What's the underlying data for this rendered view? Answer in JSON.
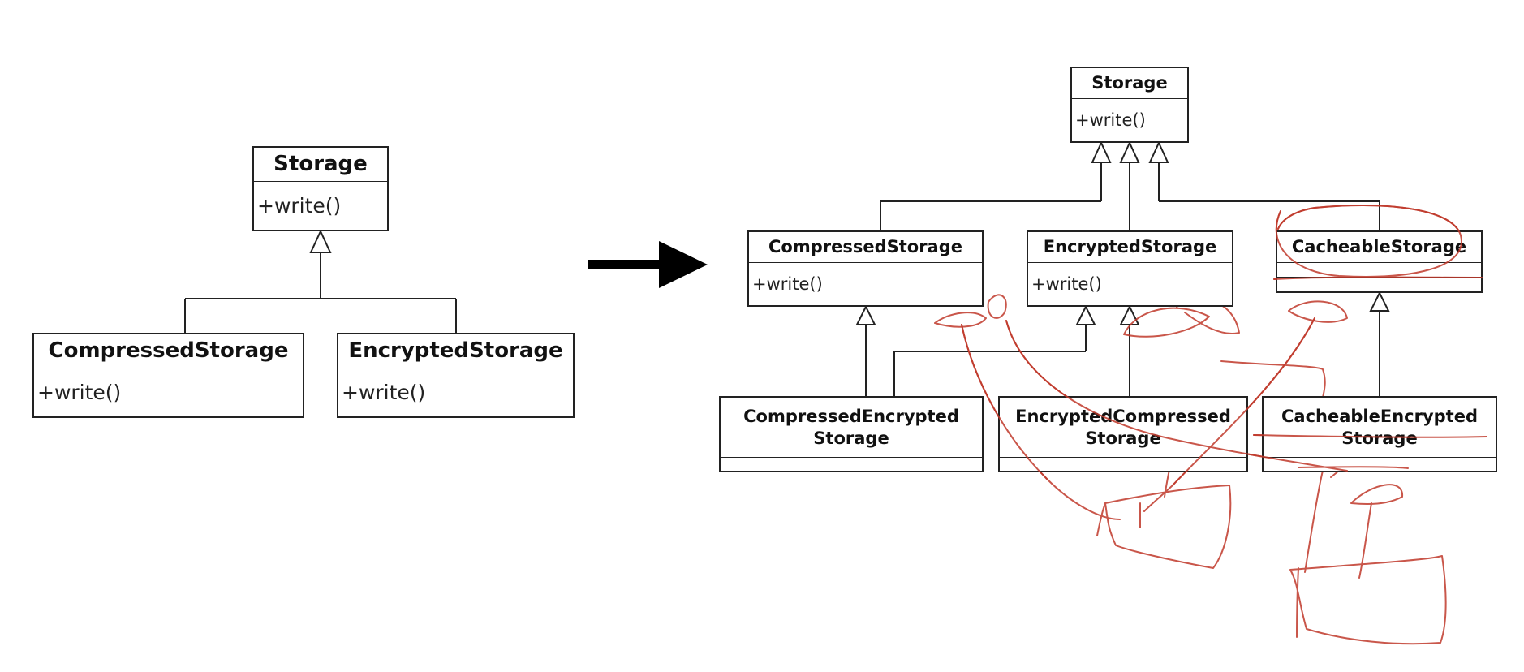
{
  "left_diagram": {
    "base": {
      "name": "Storage",
      "method": "+write()"
    },
    "compressed": {
      "name": "CompressedStorage",
      "method": "+write()"
    },
    "encrypted": {
      "name": "EncryptedStorage",
      "method": "+write()"
    }
  },
  "right_diagram": {
    "base": {
      "name": "Storage",
      "method": "+write()"
    },
    "compressed": {
      "name": "CompressedStorage",
      "method": "+write()"
    },
    "encrypted": {
      "name": "EncryptedStorage",
      "method": "+write()"
    },
    "cacheable": {
      "name": "CacheableStorage"
    },
    "compressed_encrypted": {
      "name_line1": "CompressedEncrypted",
      "name_line2": "Storage"
    },
    "encrypted_compressed": {
      "name_line1": "EncryptedCompressed",
      "name_line2": "Storage"
    },
    "cacheable_encrypted": {
      "name_line1": "CacheableEncrypted",
      "name_line2": "Storage"
    }
  },
  "colors": {
    "line": "#222222",
    "arrow": "#000000",
    "annotation": "#c0392b"
  }
}
